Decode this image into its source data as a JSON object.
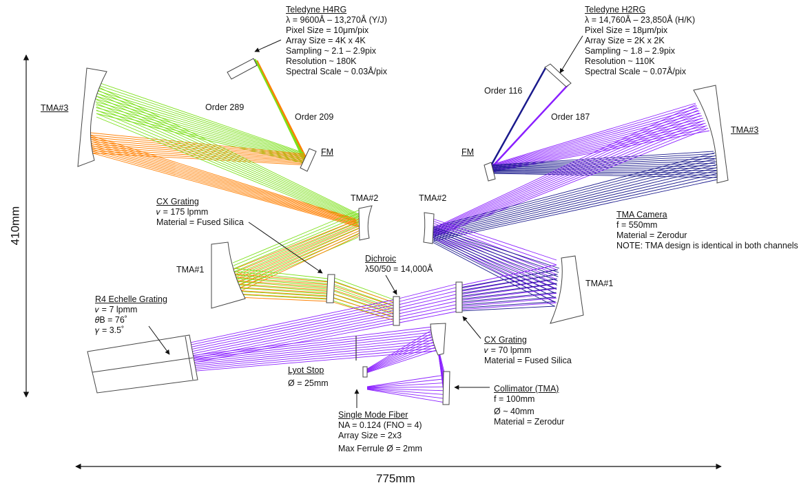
{
  "dimensions": {
    "height": "410mm",
    "width": "775mm"
  },
  "left_channel": {
    "tma3": "TMA#3",
    "fm": "FM",
    "tma2": "TMA#2",
    "tma1": "TMA#1",
    "order_a": "Order 289",
    "order_b": "Order 209",
    "detector": {
      "title": "Teledyne H4RG",
      "lines": [
        "λ = 9600Å – 13,270Å (Y/J)",
        "Pixel Size = 10μm/pix",
        "Array Size = 4K x 4K",
        "Sampling ~ 2.1 – 2.9pix",
        "Resolution ~ 180K",
        "Spectral Scale ~ 0.03Å/pix"
      ]
    },
    "grating": {
      "title": "CX Grating",
      "nu": "𝜈 = 175 lpmm",
      "material": "Material = Fused Silica"
    }
  },
  "right_channel": {
    "tma3": "TMA#3",
    "fm": "FM",
    "tma2": "TMA#2",
    "tma1": "TMA#1",
    "order_a": "Order 116",
    "order_b": "Order 187",
    "detector": {
      "title": "Teledyne H2RG",
      "lines": [
        "λ = 14,760Å – 23,850Å (H/K)",
        "Pixel Size = 18μm/pix",
        "Array Size = 2K x 2K",
        "Sampling ~ 1.8 – 2.9pix",
        "Resolution ~ 110K",
        "Spectral Scale ~ 0.07Å/pix"
      ]
    },
    "grating": {
      "title": "CX Grating",
      "nu": "𝜈 = 70 lpmm",
      "material": "Material = Fused Silica"
    }
  },
  "tma_camera": {
    "title": "TMA Camera",
    "lines": [
      "f = 550mm",
      "Material = Zerodur",
      "NOTE: TMA design is identical in both channels"
    ]
  },
  "dichroic": {
    "title": "Dichroic",
    "value": "λ50/50 = 14,000Å"
  },
  "echelle": {
    "title": "R4 Echelle Grating",
    "lines": [
      "𝜈 = 7 lpmm",
      "𝜃B = 76˚",
      "𝛾 = 3.5˚"
    ]
  },
  "lyot": {
    "title": "Lyot Stop",
    "value": "Ø = 25mm"
  },
  "fiber": {
    "title": "Single Mode Fiber",
    "lines": [
      "NA = 0.124 (FNO = 4)",
      "Array Size = 2x3",
      "Max Ferrule Ø = 2mm"
    ]
  },
  "collimator": {
    "title": "Collimator (TMA)",
    "lines": [
      "f = 100mm",
      "Ø ~ 40mm",
      "Material = Zerodur"
    ]
  },
  "colors": {
    "green": "#7ce01a",
    "orange": "#ff7f00",
    "purple": "#8a1fff",
    "navy": "#1a1a8c",
    "optic": "#555555"
  }
}
